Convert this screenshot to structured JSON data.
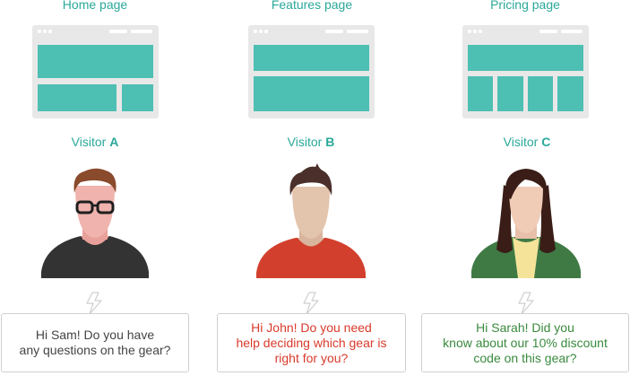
{
  "pages": [
    {
      "label": "Home page"
    },
    {
      "label": "Features page"
    },
    {
      "label": "Pricing page"
    }
  ],
  "visitors": [
    {
      "prefix": "Visitor ",
      "letter": "A",
      "message": [
        "Hi Sam! Do you have",
        "any questions on the gear?"
      ],
      "message_color": "#444444"
    },
    {
      "prefix": "Visitor ",
      "letter": "B",
      "message": [
        "Hi John! Do you need",
        "help deciding which gear is",
        "right for you?"
      ],
      "message_color": "#d93a2b"
    },
    {
      "prefix": "Visitor ",
      "letter": "C",
      "message": [
        "Hi Sarah! Did you",
        "know about our 10% discount",
        "code on this gear?"
      ],
      "message_color": "#3a8a3e"
    }
  ],
  "colors": {
    "accent": "#2aa89a",
    "browser_block": "#4dbfb3",
    "browser_frame": "#e8e8e8"
  }
}
